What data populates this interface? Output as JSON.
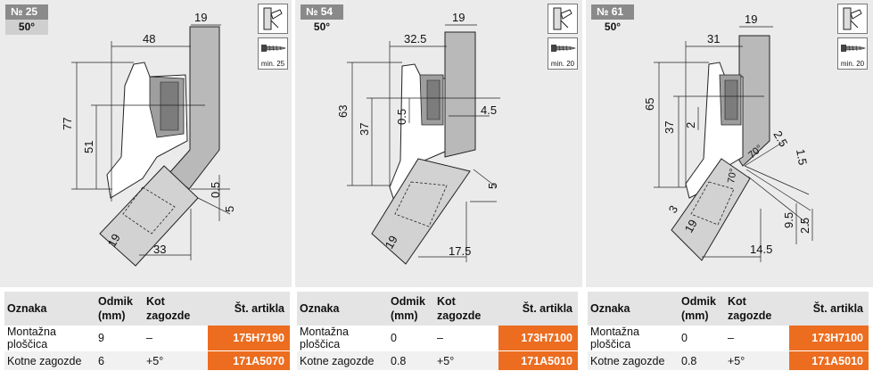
{
  "panels": [
    {
      "number": "№ 25",
      "angle": "50°",
      "screw_label": "min. 25",
      "dims": {
        "top": "19",
        "width": "48",
        "height_outer": "77",
        "height_inner": "51",
        "gap": "0.5",
        "side": "5",
        "plate": "19",
        "bottom": "33"
      },
      "table": {
        "headers": {
          "name": "Oznaka",
          "offset": "Odmik (mm)",
          "angle": "Kot zagozde",
          "article": "Št. artikla"
        },
        "rows": [
          {
            "name": "Montažna ploščica",
            "offset": "9",
            "angle": "–",
            "article": "175H7190"
          },
          {
            "name": "Kotne zagozde",
            "offset": "6",
            "angle": "+5°",
            "article": "171A5070"
          }
        ]
      }
    },
    {
      "number": "№ 54",
      "angle": "50°",
      "screw_label": "min. 20",
      "dims": {
        "top": "19",
        "width": "32.5",
        "height_outer": "63",
        "height_inner": "37",
        "gap": "0.5",
        "right": "4.5",
        "side": "5",
        "plate": "19",
        "bottom": "17.5"
      },
      "table": {
        "headers": {
          "name": "Oznaka",
          "offset": "Odmik (mm)",
          "angle": "Kot zagozde",
          "article": "Št. artikla"
        },
        "rows": [
          {
            "name": "Montažna ploščica",
            "offset": "0",
            "angle": "–",
            "article": "173H7100"
          },
          {
            "name": "Kotne zagozde",
            "offset": "0.8",
            "angle": "+5°",
            "article": "171A5010"
          }
        ]
      }
    },
    {
      "number": "№ 61",
      "angle": "50°",
      "screw_label": "min. 20",
      "dims": {
        "top": "19",
        "width": "31",
        "height_outer": "65",
        "height_inner": "37",
        "gap": "2",
        "angle_a": "70°",
        "angle_b": "70°",
        "d1": "2.5",
        "d2": "1.5",
        "d3": "9.5",
        "d4": "2.5",
        "side": "3",
        "plate": "19",
        "bottom": "14.5"
      },
      "table": {
        "headers": {
          "name": "Oznaka",
          "offset": "Odmik (mm)",
          "angle": "Kot zagozde",
          "article": "Št. artikla"
        },
        "rows": [
          {
            "name": "Montažna ploščica",
            "offset": "0",
            "angle": "–",
            "article": "173H7100"
          },
          {
            "name": "Kotne zagozde",
            "offset": "0.8",
            "angle": "+5°",
            "article": "171A5010"
          }
        ]
      }
    }
  ],
  "colors": {
    "panel_bg": "#ebebeb",
    "article_badge": "#ec6d20",
    "number_badge": "#8a8a8a"
  }
}
